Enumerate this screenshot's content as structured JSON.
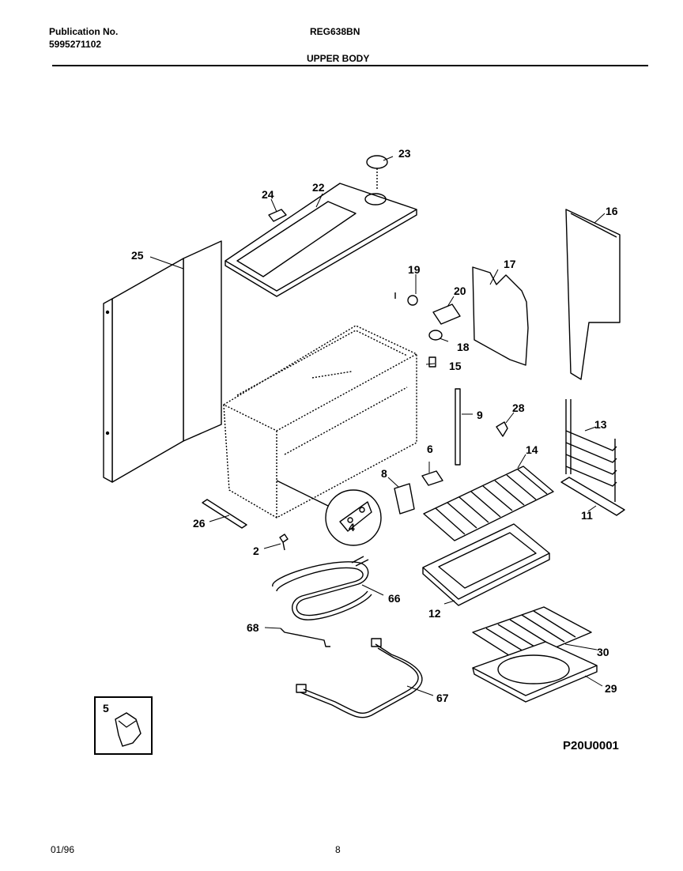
{
  "header": {
    "pub_label": "Publication No.",
    "pub_number": "5995271102",
    "model": "REG638BN",
    "section": "UPPER BODY"
  },
  "footer": {
    "date": "01/96",
    "page": "8"
  },
  "drawing_code": "P20U0001",
  "callouts": {
    "c2": "2",
    "c4": "4",
    "c5": "5",
    "c6": "6",
    "c8": "8",
    "c9": "9",
    "c11": "11",
    "c12": "12",
    "c13": "13",
    "c14": "14",
    "c15": "15",
    "c16": "16",
    "c17": "17",
    "c18": "18",
    "c19": "19",
    "c20": "20",
    "c22": "22",
    "c23": "23",
    "c24": "24",
    "c25": "25",
    "c26": "26",
    "c28": "28",
    "c29": "29",
    "c30": "30",
    "c66": "66",
    "c67": "67",
    "c68": "68"
  }
}
